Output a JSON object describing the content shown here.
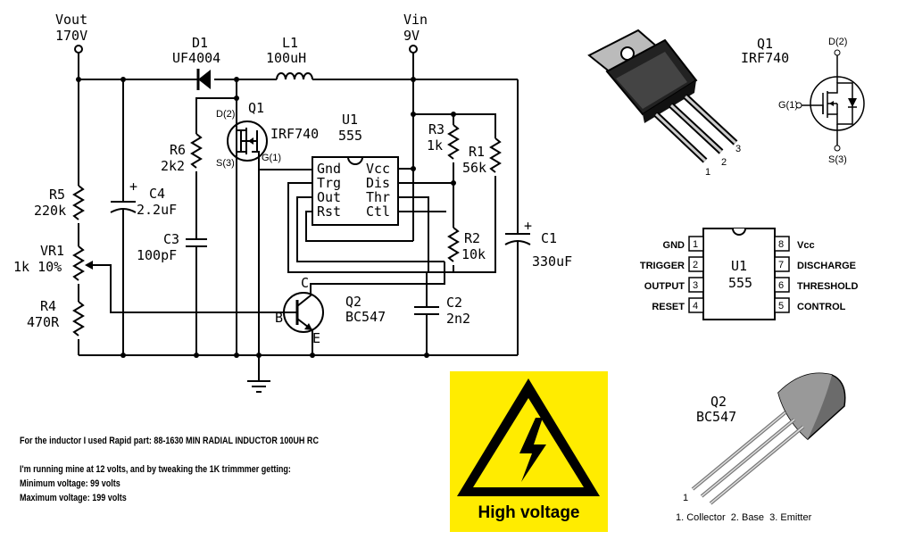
{
  "schematic": {
    "vout_label": "Vout",
    "vout_value": "170V",
    "vin_label": "Vin",
    "vin_value": "9V",
    "d1_name": "D1",
    "d1_part": "UF4004",
    "l1_name": "L1",
    "l1_value": "100uH",
    "q1_name": "Q1",
    "q1_part": "IRF740",
    "q1_pin_d": "D(2)",
    "q1_pin_s": "S(3)",
    "q1_pin_g": "G(1)",
    "u1_name": "U1",
    "u1_part": "555",
    "u1_pins_left": [
      "Gnd",
      "Trg",
      "Out",
      "Rst"
    ],
    "u1_pins_right": [
      "Vcc",
      "Dis",
      "Thr",
      "Ctl"
    ],
    "r3_name": "R3",
    "r3_value": "1k",
    "r1_name": "R1",
    "r1_value": "56k",
    "r2_name": "R2",
    "r2_value": "10k",
    "c1_name": "C1",
    "c1_value": "330uF",
    "c2_name": "C2",
    "c2_value": "2n2",
    "r6_name": "R6",
    "r6_value": "2k2",
    "c3_name": "C3",
    "c3_value": "100pF",
    "c4_name": "C4",
    "c4_value": "2.2uF",
    "r5_name": "R5",
    "r5_value": "220k",
    "vr1_name": "VR1",
    "vr1_value": "1k 10%",
    "r4_name": "R4",
    "r4_value": "470R",
    "q2_name": "Q2",
    "q2_part": "BC547",
    "q2_pin_c": "C",
    "q2_pin_b": "B",
    "q2_pin_e": "E",
    "plus": "+"
  },
  "mosfet_detail": {
    "name": "Q1",
    "part": "IRF740",
    "pin_d": "D(2)",
    "pin_g": "G(1)",
    "pin_s": "S(3)",
    "pkg_pins": [
      "1",
      "2",
      "3"
    ]
  },
  "ic_pinout": {
    "name": "U1",
    "part": "555",
    "left_pins": [
      {
        "num": "1",
        "label": "GND"
      },
      {
        "num": "2",
        "label": "TRIGGER"
      },
      {
        "num": "3",
        "label": "OUTPUT"
      },
      {
        "num": "4",
        "label": "RESET"
      }
    ],
    "right_pins": [
      {
        "num": "8",
        "label": "Vcc"
      },
      {
        "num": "7",
        "label": "DISCHARGE"
      },
      {
        "num": "6",
        "label": "THRESHOLD"
      },
      {
        "num": "5",
        "label": "CONTROL"
      }
    ]
  },
  "transistor_detail": {
    "name": "Q2",
    "part": "BC547",
    "pin_one": "1",
    "legend": "1. Collector  2. Base  3. Emitter"
  },
  "warning": {
    "label": "High voltage",
    "bg_color": "#ffec00",
    "icon": "lightning-triangle-icon"
  },
  "notes": {
    "line1": "For the inductor I used Rapid part: 88-1630  MIN RADIAL INDUCTOR 100UH RC",
    "line2": "I'm running mine at 12 volts, and by tweaking the 1K trimmmer getting:",
    "line3": "Minimum voltage: 99 volts",
    "line4": "Maximum voltage: 199 volts"
  }
}
